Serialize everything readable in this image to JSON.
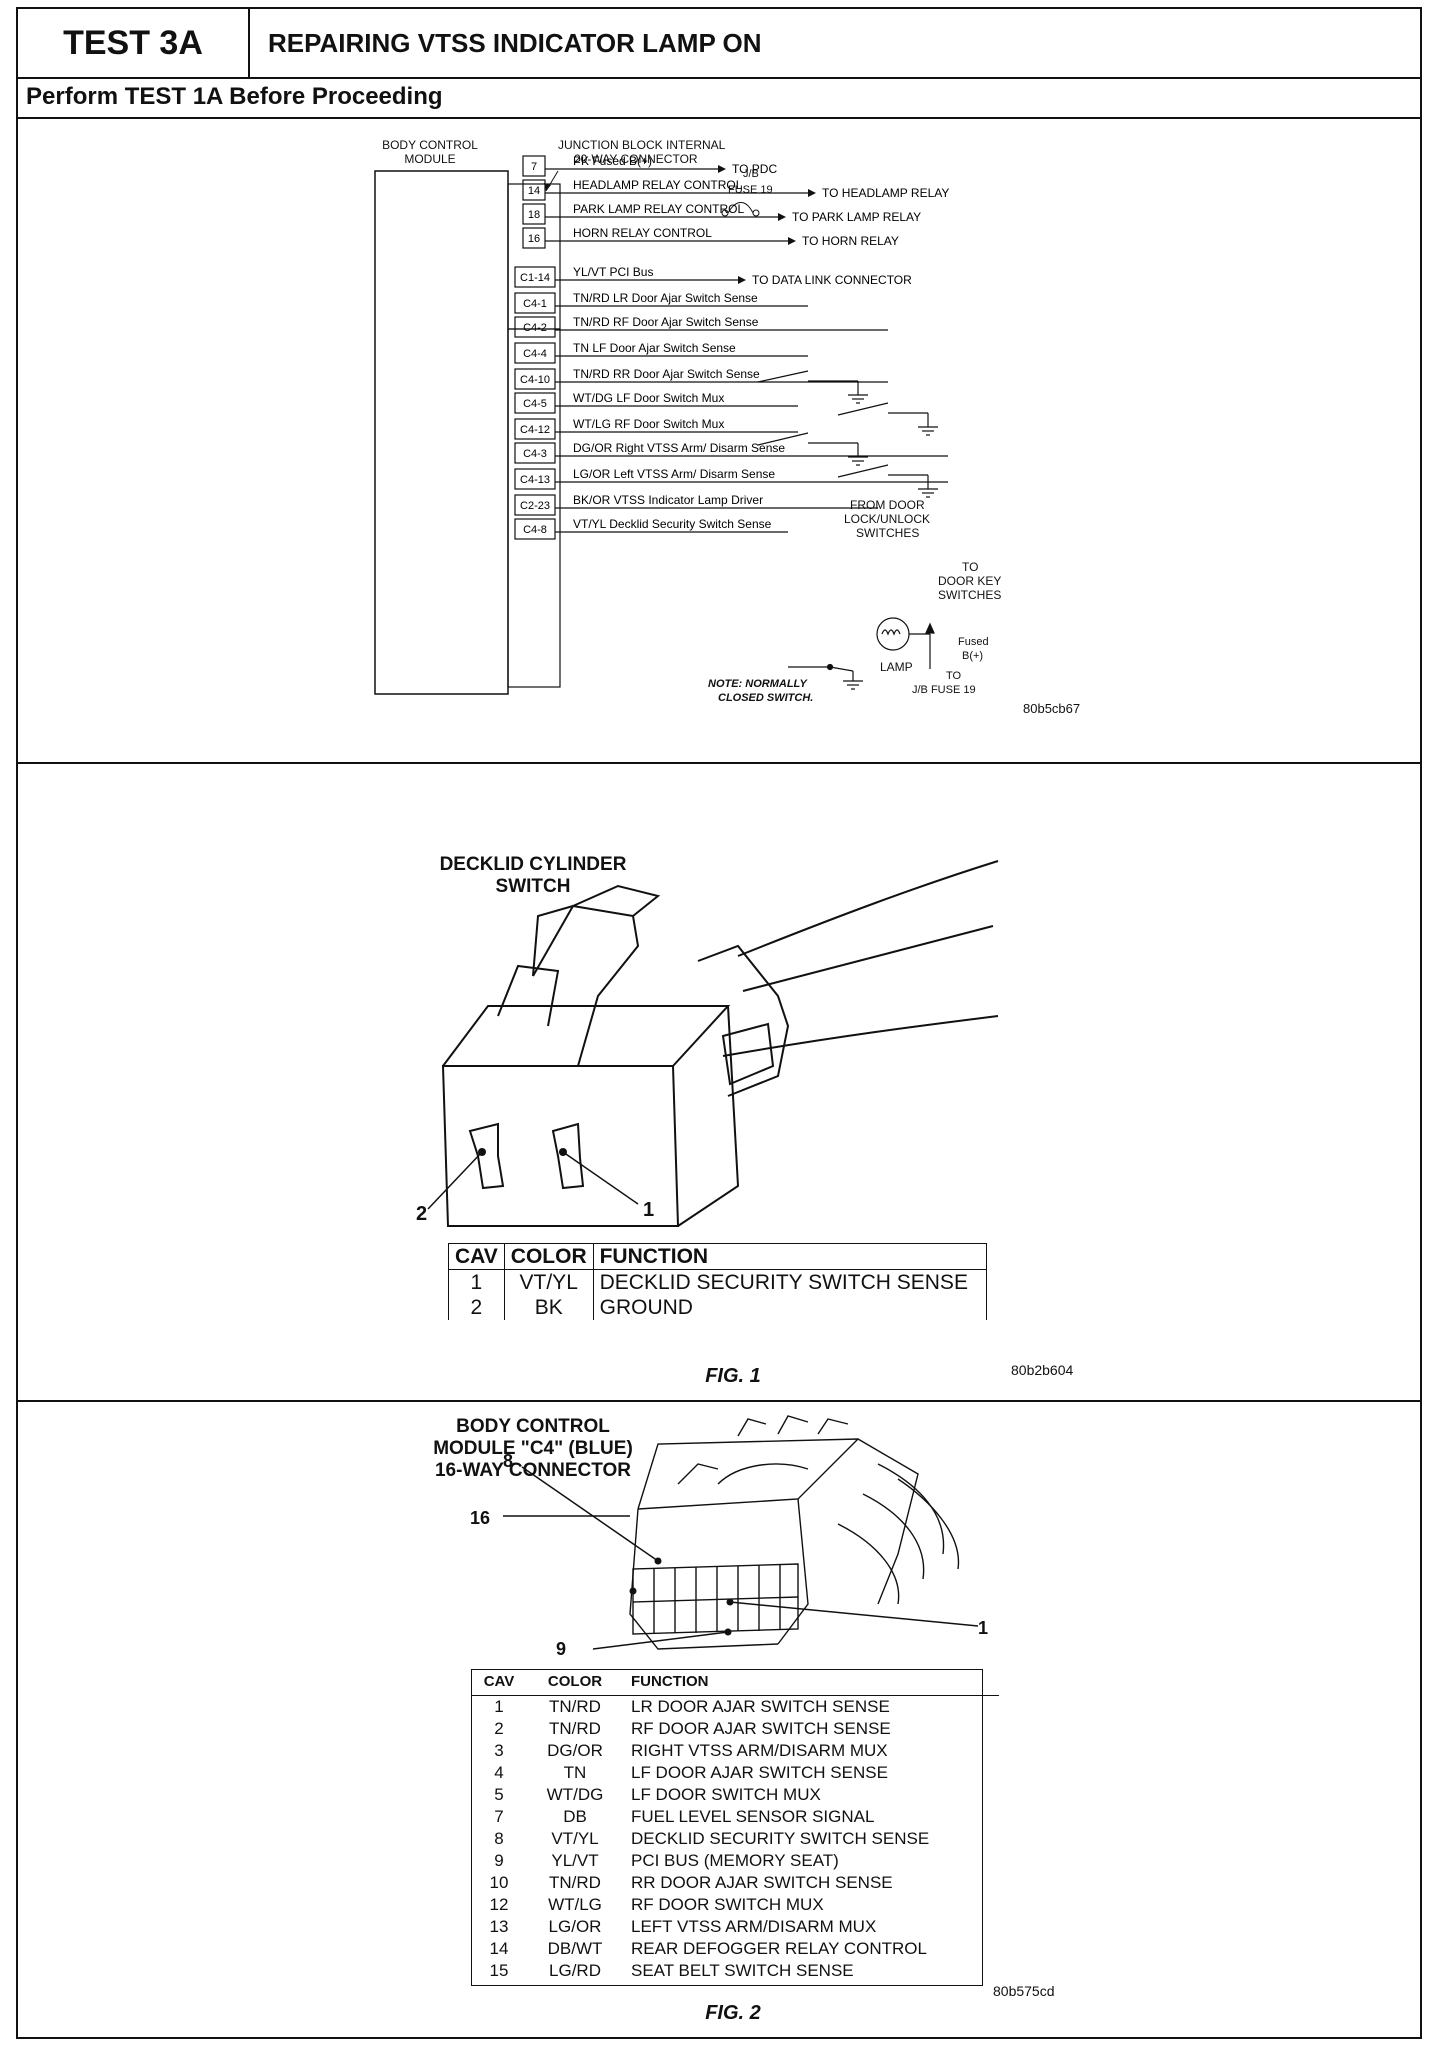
{
  "header": {
    "test_id": "TEST 3A",
    "title": "REPAIRING VTSS INDICATOR LAMP ON",
    "subtitle": "Perform TEST 1A Before Proceeding"
  },
  "schematic": {
    "bcm_label_1": "BODY CONTROL",
    "bcm_label_2": "MODULE",
    "jb_label_1": "JUNCTION BLOCK INTERNAL",
    "jb_label_2": "20-WAY CONNECTOR",
    "jb_fuse_1": "J/B",
    "jb_fuse_2": "FUSE 19",
    "pins": [
      {
        "pin": "7",
        "wire": "PK Fused B(+)",
        "dest": "TO PDC"
      },
      {
        "pin": "14",
        "wire": "HEADLAMP RELAY CONTROL",
        "dest": "TO HEADLAMP RELAY"
      },
      {
        "pin": "18",
        "wire": "PARK LAMP RELAY CONTROL",
        "dest": "TO PARK LAMP RELAY"
      },
      {
        "pin": "16",
        "wire": "HORN RELAY CONTROL",
        "dest": "TO HORN RELAY"
      },
      {
        "pin": "C1-14",
        "wire": "YL/VT PCI Bus",
        "dest": "TO DATA LINK CONNECTOR"
      },
      {
        "pin": "C4-1",
        "wire": "TN/RD LR Door Ajar Switch Sense",
        "dest": ""
      },
      {
        "pin": "C4-2",
        "wire": "TN/RD RF Door Ajar Switch Sense",
        "dest": ""
      },
      {
        "pin": "C4-4",
        "wire": "TN LF Door Ajar Switch Sense",
        "dest": ""
      },
      {
        "pin": "C4-10",
        "wire": "TN/RD RR Door Ajar Switch Sense",
        "dest": ""
      },
      {
        "pin": "C4-5",
        "wire": "WT/DG LF Door Switch Mux",
        "dest": ""
      },
      {
        "pin": "C4-12",
        "wire": "WT/LG RF Door Switch Mux",
        "dest": ""
      },
      {
        "pin": "C4-3",
        "wire": "DG/OR Right VTSS Arm/ Disarm Sense",
        "dest": ""
      },
      {
        "pin": "C4-13",
        "wire": "LG/OR Left VTSS Arm/ Disarm Sense",
        "dest": ""
      },
      {
        "pin": "C2-23",
        "wire": "BK/OR VTSS Indicator Lamp Driver",
        "dest": ""
      },
      {
        "pin": "C4-8",
        "wire": "VT/YL Decklid Security Switch Sense",
        "dest": ""
      }
    ],
    "from_door_1": "FROM DOOR",
    "from_door_2": "LOCK/UNLOCK",
    "from_door_3": "SWITCHES",
    "to_key_1": "TO",
    "to_key_2": "DOOR KEY",
    "to_key_3": "SWITCHES",
    "lamp": "LAMP",
    "fused_1": "Fused",
    "fused_2": "B(+)",
    "fused_3": "TO",
    "fused_4": "J/B FUSE 19",
    "note_1": "NOTE: NORMALLY",
    "note_2": "CLOSED SWITCH.",
    "figure_code": "80b5cb67"
  },
  "fig1": {
    "title_1": "DECKLID CYLINDER",
    "title_2": "SWITCH",
    "callout_1": "1",
    "callout_2": "2",
    "headers": [
      "CAV",
      "COLOR",
      "FUNCTION"
    ],
    "rows": [
      {
        "cav": "1",
        "color": "VT/YL",
        "function": "DECKLID SECURITY SWITCH SENSE"
      },
      {
        "cav": "2",
        "color": "BK",
        "function": "GROUND"
      }
    ],
    "caption": "FIG. 1",
    "figure_code": "80b2b604"
  },
  "fig2": {
    "title_1": "BODY CONTROL",
    "title_2": "MODULE \"C4\" (BLUE)",
    "title_3": "16-WAY CONNECTOR",
    "callout_8": "8",
    "callout_16": "16",
    "callout_9": "9",
    "callout_1": "1",
    "headers": [
      "CAV",
      "COLOR",
      "FUNCTION"
    ],
    "rows": [
      {
        "cav": "1",
        "color": "TN/RD",
        "function": "LR DOOR AJAR SWITCH SENSE"
      },
      {
        "cav": "2",
        "color": "TN/RD",
        "function": "RF DOOR AJAR SWITCH SENSE"
      },
      {
        "cav": "3",
        "color": "DG/OR",
        "function": "RIGHT VTSS ARM/DISARM MUX"
      },
      {
        "cav": "4",
        "color": "TN",
        "function": "LF DOOR AJAR SWITCH SENSE"
      },
      {
        "cav": "5",
        "color": "WT/DG",
        "function": "LF DOOR SWITCH MUX"
      },
      {
        "cav": "7",
        "color": "DB",
        "function": "FUEL LEVEL SENSOR SIGNAL"
      },
      {
        "cav": "8",
        "color": "VT/YL",
        "function": "DECKLID SECURITY SWITCH SENSE"
      },
      {
        "cav": "9",
        "color": "YL/VT",
        "function": "PCI BUS (MEMORY SEAT)"
      },
      {
        "cav": "10",
        "color": "TN/RD",
        "function": "RR DOOR AJAR SWITCH SENSE"
      },
      {
        "cav": "12",
        "color": "WT/LG",
        "function": "RF DOOR SWITCH MUX"
      },
      {
        "cav": "13",
        "color": "LG/OR",
        "function": "LEFT VTSS ARM/DISARM MUX"
      },
      {
        "cav": "14",
        "color": "DB/WT",
        "function": "REAR DEFOGGER RELAY CONTROL"
      },
      {
        "cav": "15",
        "color": "LG/RD",
        "function": "SEAT BELT SWITCH SENSE"
      }
    ],
    "caption": "FIG. 2",
    "figure_code": "80b575cd"
  }
}
